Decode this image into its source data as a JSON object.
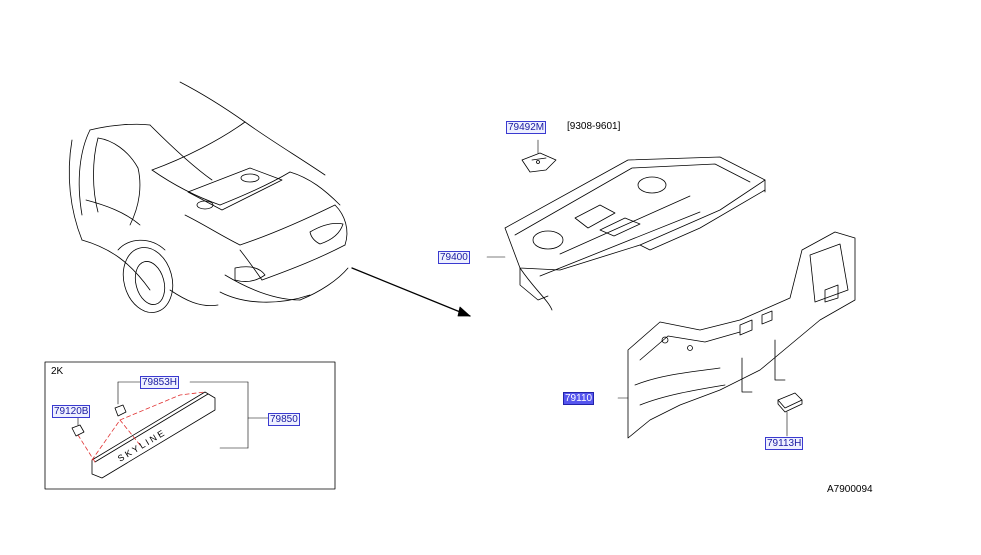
{
  "callouts": {
    "p79492M": "79492M",
    "p79400": "79400",
    "p79110": "79110",
    "p79113H": "79113H",
    "p79853H": "79853H",
    "p79120B": "79120B",
    "p79850": "79850"
  },
  "date_range": "[9308-9601]",
  "inset_label": "2K",
  "emblem_text": "S K Y L I N E",
  "diagram_code": "A7900094",
  "colors": {
    "line": "#000000",
    "callout_text": "#1a1aa0",
    "callout_bg": "#eef0ff",
    "highlight": "#5555ee",
    "dash": "#e03030"
  }
}
